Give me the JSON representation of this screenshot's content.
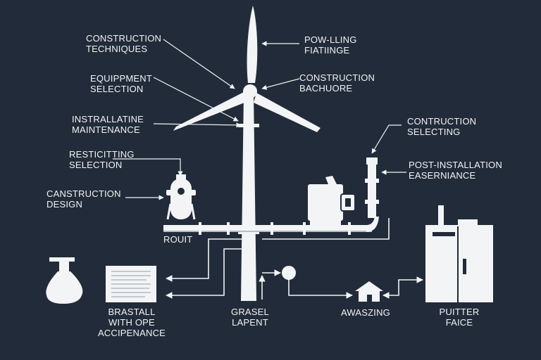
{
  "labels": {
    "construction_techniques": [
      "CONSTRUCTION",
      "TECHNIQUES"
    ],
    "equipment_selection": [
      "EQUIPPMENT",
      "SELECTION"
    ],
    "installation_maintenance": [
      "INSTRALLATINE",
      "MAINTENANCE"
    ],
    "restricting_selection": [
      "RESTICITTING",
      "SELECTION"
    ],
    "construction_design": [
      "CANSTRUCTION",
      "DESIGN"
    ],
    "pow_lling": [
      "POW-LLING",
      "FIATIINGE"
    ],
    "construction_bachuore": [
      "CONSTRUCTION",
      "BACHUORE"
    ],
    "contruction_selecting": [
      "CONTRUCTION",
      "SELECTING"
    ],
    "post_installation": [
      "POST-INSTALLATION",
      "EASERNIANCE"
    ],
    "rouit": "ROUIT",
    "brastall": [
      "BRASTALL",
      "WITH OPE",
      "ACCIPENANCE"
    ],
    "grasel": [
      "GRASEL",
      "LAPENT"
    ],
    "awaszing": "AWASZING",
    "puitter": [
      "PUITTER",
      "FAICE"
    ]
  },
  "colors": {
    "background": "#222b39",
    "foreground": "#f2f4f6",
    "pipe_shadow": "#b7bcc4"
  },
  "icons": {
    "turbine": "wind-turbine-icon",
    "tank": "pressure-tank-icon",
    "bottle": "soap-bottle-icon",
    "panel": "control-panel-icon",
    "motor": "motor-unit-icon",
    "valve": "valve-pipe-icon",
    "house": "house-icon",
    "cabinet": "cabinet-icon",
    "meter": "gauge-node-icon"
  }
}
